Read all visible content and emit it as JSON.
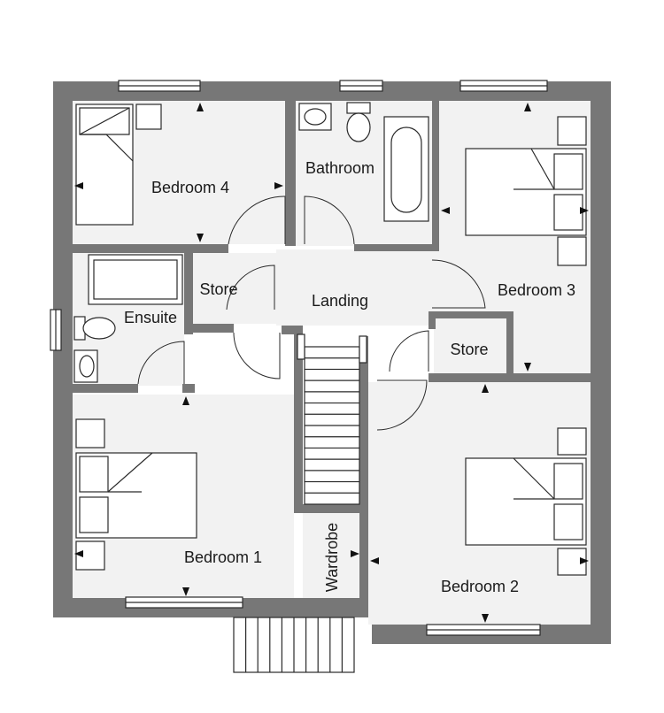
{
  "rooms": {
    "bedroom_4": "Bedroom 4",
    "bathroom": "Bathroom",
    "bedroom_3": "Bedroom 3",
    "store_left": "Store",
    "landing": "Landing",
    "ensuite": "Ensuite",
    "store_right": "Store",
    "bedroom_1": "Bedroom 1",
    "wardrobe": "Wardrobe",
    "bedroom_2": "Bedroom 2"
  },
  "colors": {
    "wall": "#777777",
    "floor": "#f2f2f2",
    "line": "#2a2a2a"
  }
}
